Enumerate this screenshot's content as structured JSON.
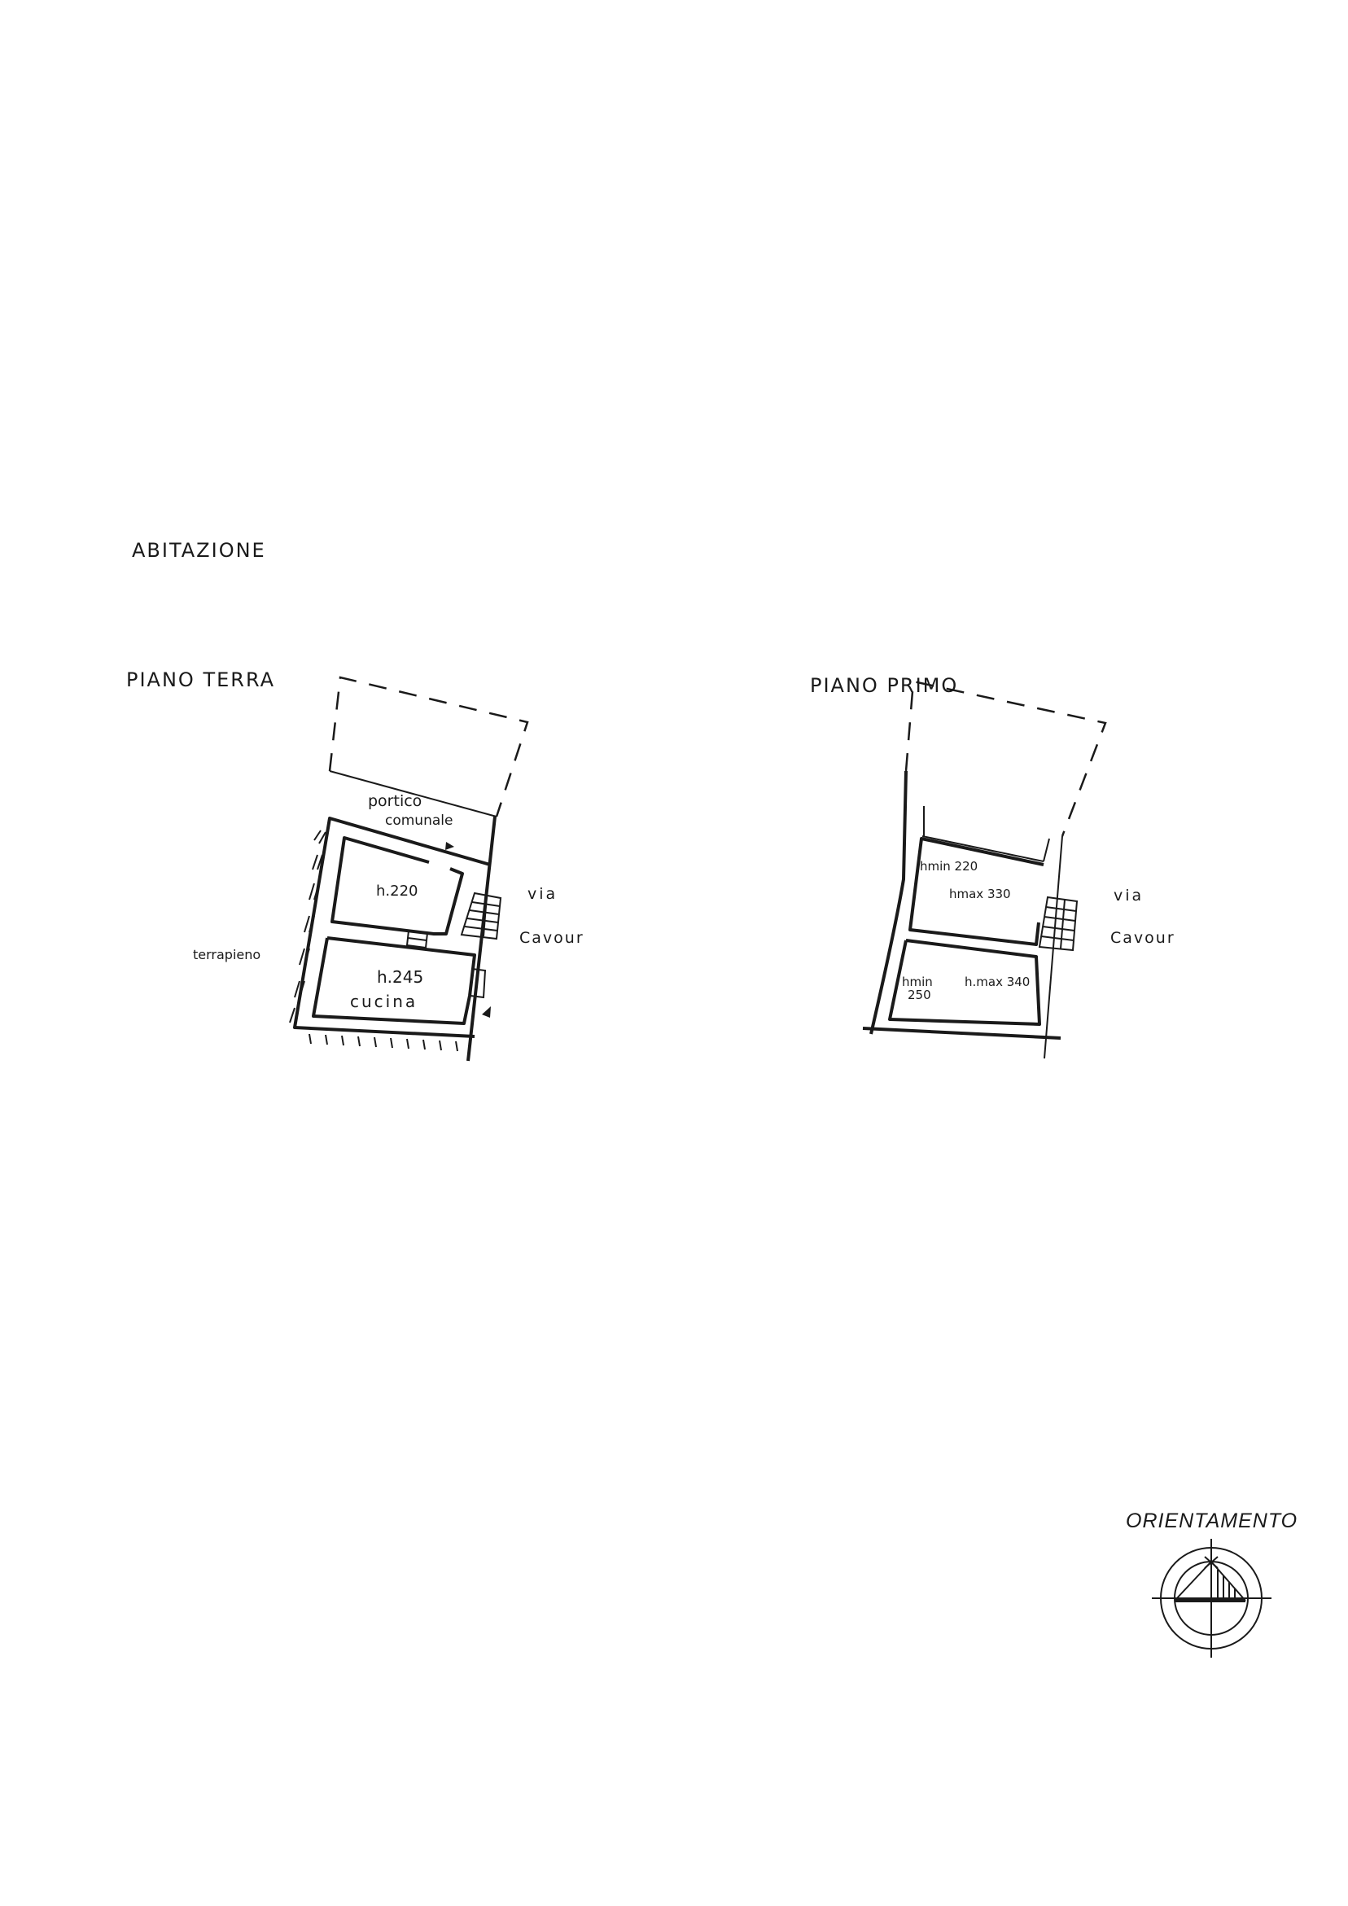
{
  "document": {
    "section_title": "ABITAZIONE",
    "orientation_label": "ORIENTAMENTO"
  },
  "ground_floor": {
    "title": "PIANO TERRA",
    "portico_line1": "portico",
    "portico_line2": "comunale",
    "room1_height": "h.220",
    "room2_height": "h.245",
    "room2_name": "cucina",
    "street_line1": "via",
    "street_line2": "Cavour",
    "embankment": "terrapieno"
  },
  "first_floor": {
    "title": "PIANO PRIMO",
    "room1_hmin": "hmin 220",
    "room1_hmax": "hmax 330",
    "room2_hmin_line1": "hmin",
    "room2_hmin_line2": "250",
    "room2_hmax": "h.max 340",
    "street_line1": "via",
    "street_line2": "Cavour"
  }
}
